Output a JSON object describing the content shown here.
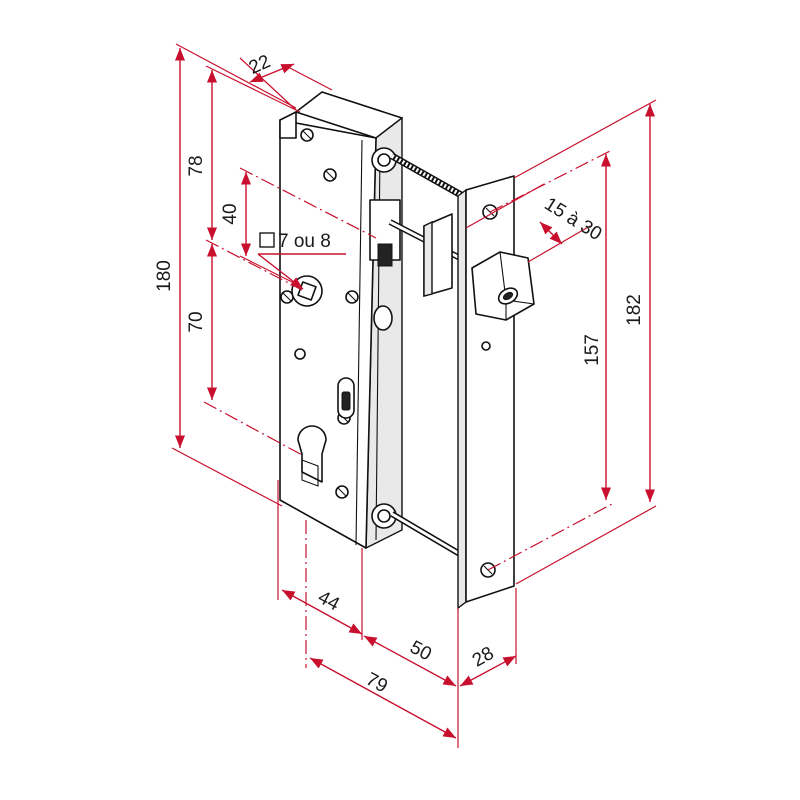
{
  "dimensions": {
    "d22": "22",
    "d78": "78",
    "d40": "40",
    "d180": "180",
    "d70": "70",
    "square": "7 ou 8",
    "d44": "44",
    "d50": "50",
    "d79": "79",
    "d28": "28",
    "d15a30": "15 à 30",
    "d157": "157",
    "d182": "182"
  },
  "colors": {
    "dimension_lines": "#c8102e",
    "outline": "#111111"
  }
}
